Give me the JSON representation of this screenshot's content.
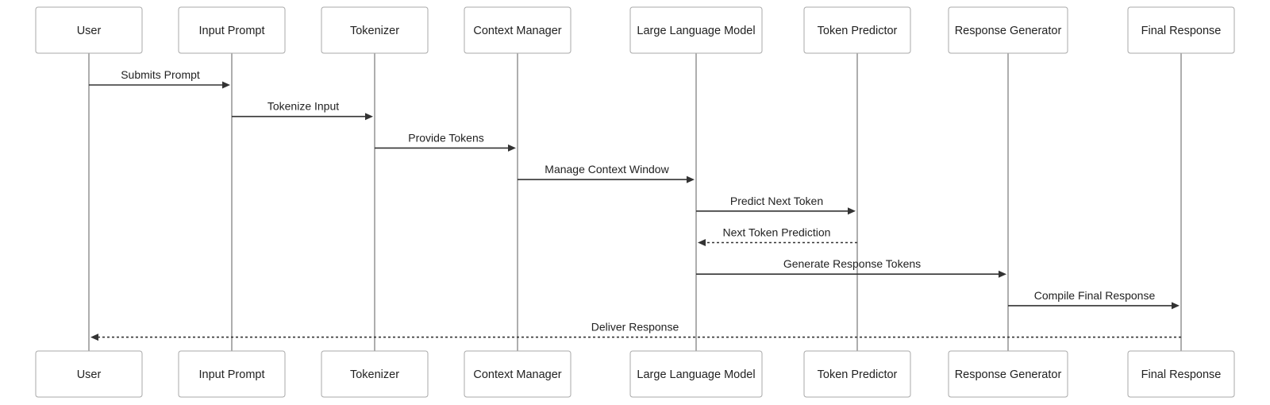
{
  "participants": [
    "User",
    "Input Prompt",
    "Tokenizer",
    "Context Manager",
    "Large Language Model",
    "Token Predictor",
    "Response Generator",
    "Final Response"
  ],
  "messages": [
    {
      "label": "Submits Prompt",
      "from": 0,
      "to": 1,
      "style": "solid"
    },
    {
      "label": "Tokenize Input",
      "from": 1,
      "to": 2,
      "style": "solid"
    },
    {
      "label": "Provide Tokens",
      "from": 2,
      "to": 3,
      "style": "solid"
    },
    {
      "label": "Manage Context Window",
      "from": 3,
      "to": 4,
      "style": "solid"
    },
    {
      "label": "Predict Next Token",
      "from": 4,
      "to": 5,
      "style": "solid"
    },
    {
      "label": "Next Token Prediction",
      "from": 5,
      "to": 4,
      "style": "dashed"
    },
    {
      "label": "Generate Response Tokens",
      "from": 4,
      "to": 6,
      "style": "solid"
    },
    {
      "label": "Compile Final Response",
      "from": 6,
      "to": 7,
      "style": "solid"
    },
    {
      "label": "Deliver Response",
      "from": 7,
      "to": 0,
      "style": "dashed"
    }
  ]
}
